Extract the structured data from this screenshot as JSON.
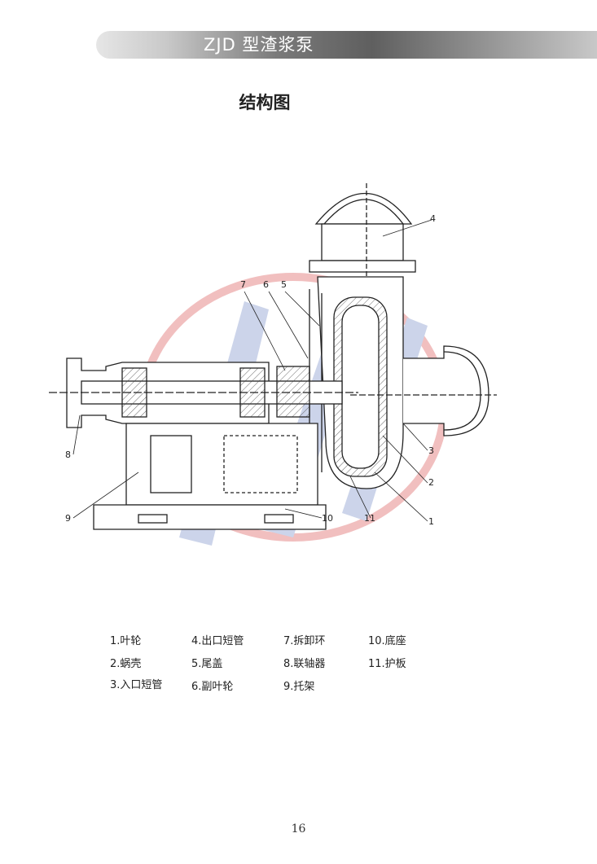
{
  "header": {
    "title": "ZJD 型渣浆泵"
  },
  "section": {
    "title": "结构图"
  },
  "callouts": [
    "1",
    "2",
    "3",
    "4",
    "5",
    "6",
    "7",
    "8",
    "9",
    "10",
    "11"
  ],
  "legend": [
    {
      "label": "1.叶轮"
    },
    {
      "label": "2.蜗壳"
    },
    {
      "label": "3.入口短管"
    },
    {
      "label": "4.出口短管"
    },
    {
      "label": "5.尾盖"
    },
    {
      "label": "6.副叶轮"
    },
    {
      "label": "7.拆卸环"
    },
    {
      "label": "8.联轴器"
    },
    {
      "label": "9.托架"
    },
    {
      "label": "10.底座"
    },
    {
      "label": "11.护板"
    }
  ],
  "footer": {
    "page_number": "16"
  },
  "colors": {
    "watermark_red": "#d94b4b",
    "watermark_blue": "#6f86c4",
    "header_band": "#6a6a6a"
  }
}
